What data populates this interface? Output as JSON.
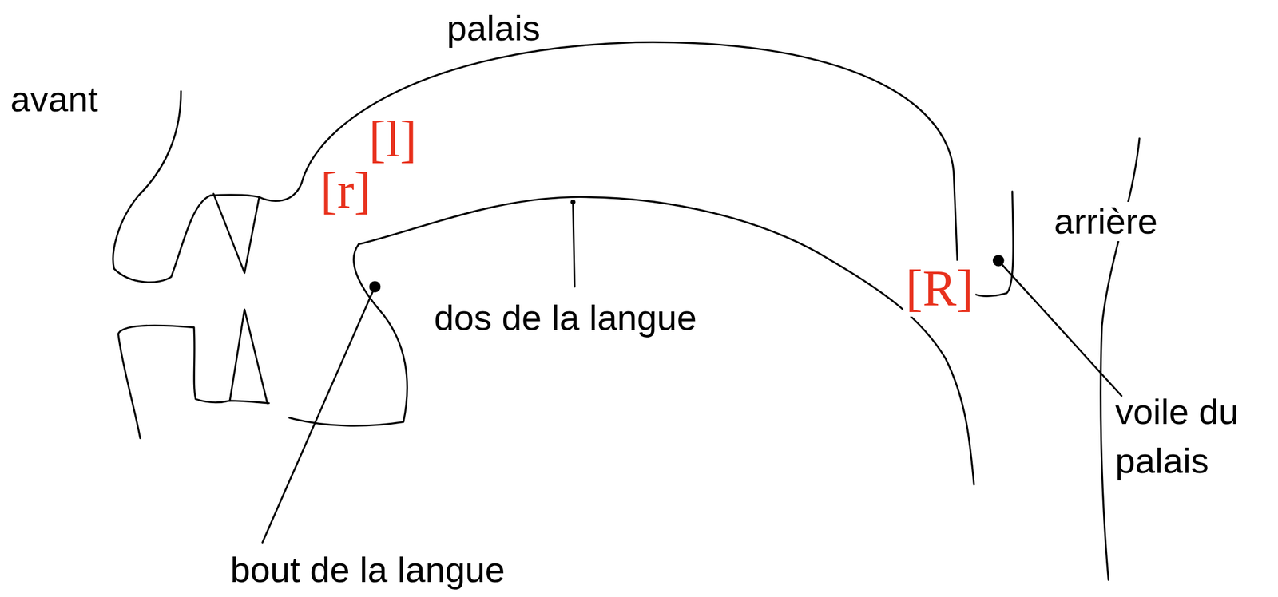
{
  "diagram": {
    "labels": [
      "palais",
      "avant",
      "[l]",
      "[r]",
      "arrière",
      "[R]",
      "dos de la langue",
      "voile du palais",
      "bout de la langue"
    ]
  }
}
